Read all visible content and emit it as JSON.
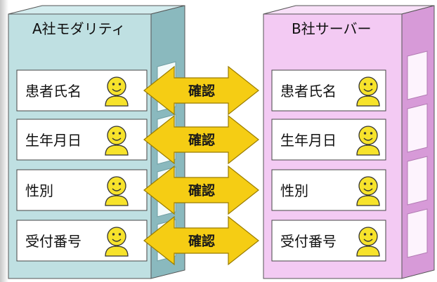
{
  "colors": {
    "building_a_front": "#bfe0e2",
    "building_a_side": "#8ab9be",
    "building_a_top": "#d3ecee",
    "building_b_front": "#f3caf3",
    "building_b_side": "#d79ad8",
    "building_b_top": "#f8e0f8",
    "arrow_fill": "#f5cd14",
    "face_fill": "#f7e32b"
  },
  "building_a": {
    "title": "A社モダリティ",
    "fields": [
      {
        "label": "患者氏名",
        "icon": "smiley-person-icon"
      },
      {
        "label": "生年月日",
        "icon": "smiley-person-icon"
      },
      {
        "label": "性別",
        "icon": "smiley-person-icon"
      },
      {
        "label": "受付番号",
        "icon": "smiley-person-icon"
      }
    ]
  },
  "building_b": {
    "title": "B社サーバー",
    "fields": [
      {
        "label": "患者氏名",
        "icon": "smiley-person-icon"
      },
      {
        "label": "生年月日",
        "icon": "smiley-person-icon"
      },
      {
        "label": "性別",
        "icon": "smiley-person-icon"
      },
      {
        "label": "受付番号",
        "icon": "smiley-person-icon"
      }
    ]
  },
  "arrows": [
    {
      "label": "確認"
    },
    {
      "label": "確認"
    },
    {
      "label": "確認"
    },
    {
      "label": "確認"
    }
  ]
}
